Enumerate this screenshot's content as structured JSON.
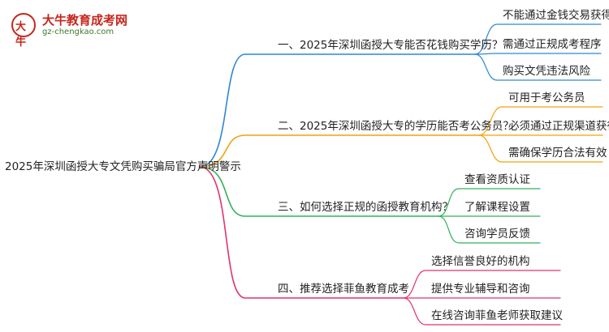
{
  "logo": {
    "badge": "大牛",
    "title": "大牛教育成考网",
    "url": "gz-chengkao.com"
  },
  "root": "2025年深圳函授大专文凭购买骗局官方声明警示",
  "branches": [
    {
      "label": "一、2025年深圳函授大专能否花钱购买学历？",
      "color": "#2f86d6",
      "leaves": [
        "不能通过金钱交易获得",
        "需通过正规成考程序",
        "购买文凭违法风险"
      ]
    },
    {
      "label": "二、2025年深圳函授大专的学历能否考公务员？",
      "color": "#f0a20c",
      "leaves": [
        "可用于考公务员",
        "必须通过正规渠道获得",
        "需确保学历合法有效"
      ]
    },
    {
      "label": "三、如何选择正规的函授教育机构？",
      "color": "#33b15b",
      "leaves": [
        "查看资质认证",
        "了解课程设置",
        "咨询学员反馈"
      ]
    },
    {
      "label": "四、推荐选择菲鱼教育成考",
      "color": "#e0326e",
      "leaves": [
        "选择信誉良好的机构",
        "提供专业辅导和咨询",
        "在线咨询菲鱼老师获取建议"
      ]
    }
  ]
}
